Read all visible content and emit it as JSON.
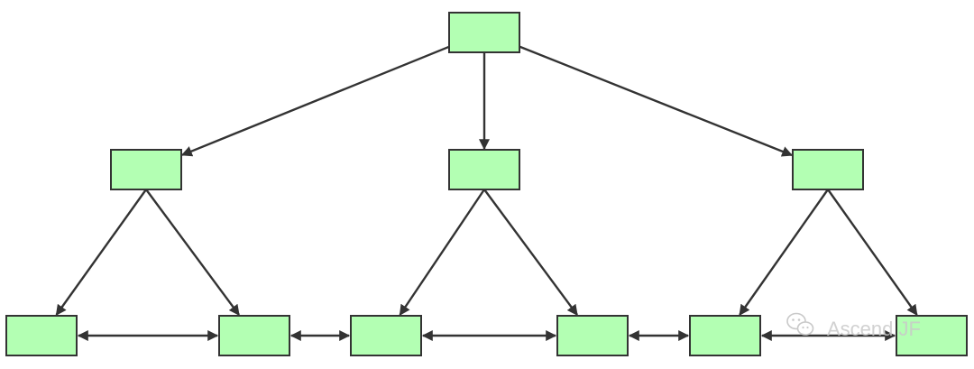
{
  "diagram": {
    "type": "tree",
    "node_fill": "#b3ffb3",
    "node_stroke": "#333333",
    "edge_color": "#333333",
    "levels": [
      [
        "root"
      ],
      [
        "l1-left",
        "l1-middle",
        "l1-right"
      ],
      [
        "leaf-1",
        "leaf-2",
        "leaf-3",
        "leaf-4",
        "leaf-5",
        "leaf-6"
      ]
    ],
    "directed_edges": [
      [
        "root",
        "l1-left"
      ],
      [
        "root",
        "l1-middle"
      ],
      [
        "root",
        "l1-right"
      ],
      [
        "l1-left",
        "leaf-1"
      ],
      [
        "l1-left",
        "leaf-2"
      ],
      [
        "l1-middle",
        "leaf-3"
      ],
      [
        "l1-middle",
        "leaf-4"
      ],
      [
        "l1-right",
        "leaf-5"
      ],
      [
        "l1-right",
        "leaf-6"
      ]
    ],
    "bidirectional_edges": [
      [
        "leaf-1",
        "leaf-2"
      ],
      [
        "leaf-2",
        "leaf-3"
      ],
      [
        "leaf-3",
        "leaf-4"
      ],
      [
        "leaf-4",
        "leaf-5"
      ],
      [
        "leaf-5",
        "leaf-6"
      ]
    ]
  },
  "watermark": {
    "text": "Ascend JF",
    "icon": "wechat-icon",
    "color": "#c9c9c9"
  }
}
